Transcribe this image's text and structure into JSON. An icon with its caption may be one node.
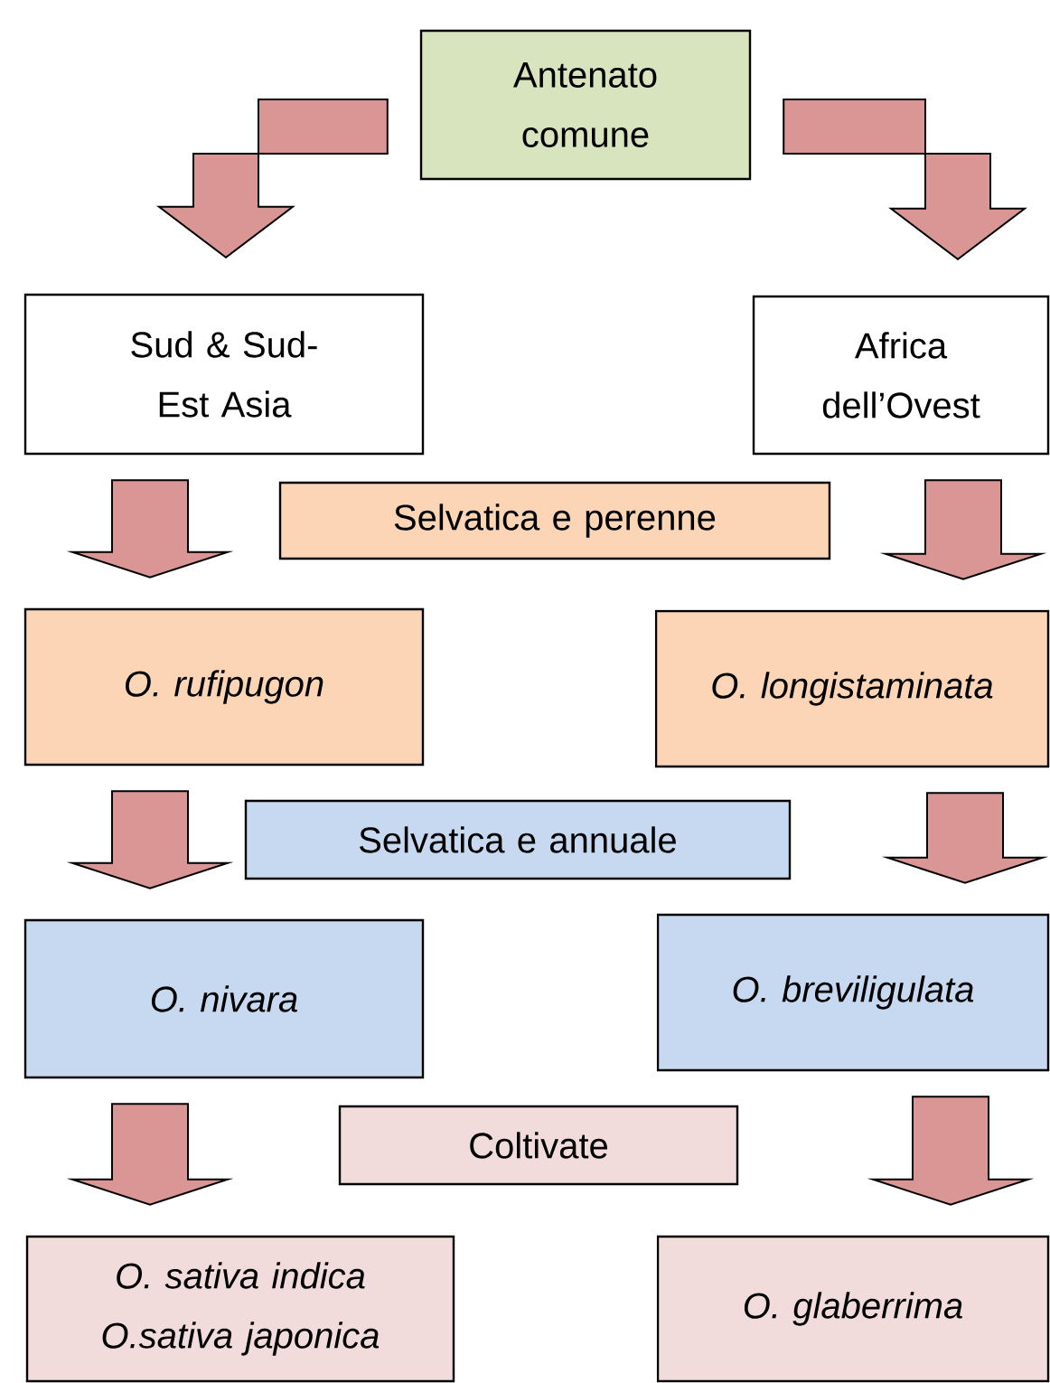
{
  "diagram": {
    "nodes": [
      {
        "text": [
          "Antenato comune"
        ]
      },
      {
        "text": [
          "Sud & Sud-Est Asia"
        ]
      },
      {
        "text": [
          "Africa dell’Ovest"
        ]
      },
      {
        "text": [
          "Selvatica e perenne"
        ]
      },
      {
        "text": [
          "O. rufipugon"
        ]
      },
      {
        "text": [
          "O. longistaminata"
        ]
      },
      {
        "text": [
          "Selvatica e annuale"
        ]
      },
      {
        "text": [
          "O. nivara"
        ]
      },
      {
        "text": [
          "O. breviligulata"
        ]
      },
      {
        "text": [
          "Coltivate"
        ]
      },
      {
        "text": [
          "O. sativa indica O.sativa japonica"
        ]
      },
      {
        "text": [
          "O. glaberrima"
        ]
      }
    ],
    "edges": [
      {
        "from": 0,
        "to": 1,
        "arrow": "to"
      },
      {
        "from": 0,
        "to": 2,
        "arrow": "to"
      },
      {
        "from": 1,
        "to": 4,
        "arrow": "to"
      },
      {
        "from": 2,
        "to": 5,
        "arrow": "to"
      },
      {
        "from": 4,
        "to": 7,
        "arrow": "to"
      },
      {
        "from": 5,
        "to": 8,
        "arrow": "to"
      },
      {
        "from": 7,
        "to": 10,
        "arrow": "to"
      },
      {
        "from": 8,
        "to": 11,
        "arrow": "to"
      }
    ]
  }
}
